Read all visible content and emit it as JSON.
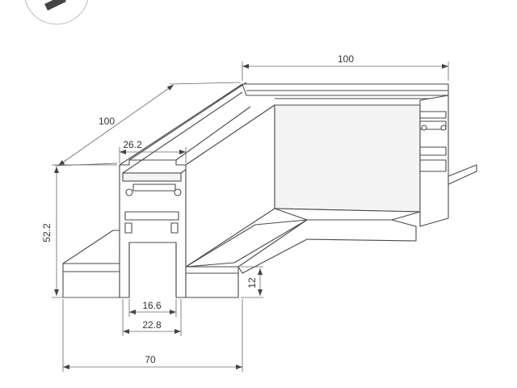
{
  "drawing": {
    "dimensions": {
      "length_top": "100",
      "length_diag": "100",
      "width_top": "26.2",
      "height": "52.2",
      "flange": "12",
      "inner_width": "16.6",
      "body_width": "22.8",
      "total_width": "70"
    },
    "colors": {
      "line": "#4a4a4a",
      "text": "#333333",
      "background": "#ffffff"
    }
  }
}
